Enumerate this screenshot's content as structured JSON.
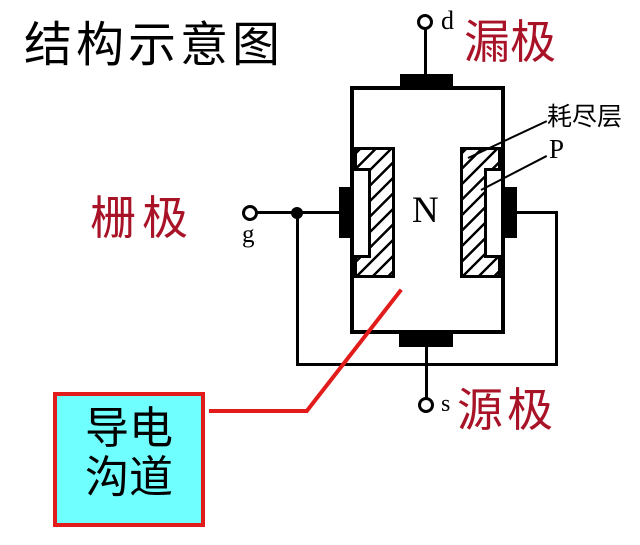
{
  "title": "结构示意图",
  "labels": {
    "drain": "漏极",
    "gate": "栅极",
    "source": "源极",
    "depletion_layer": "耗尽层",
    "p_region": "P",
    "n_region": "N",
    "terminal_d": "d",
    "terminal_g": "g",
    "terminal_s": "s"
  },
  "channel_box": {
    "line1": "导电",
    "line2": "沟道"
  },
  "icons": {
    "terminal_circle": "open-circle-terminal",
    "junction_dot": "filled-junction-dot",
    "hatch_pattern": "diagonal-hatch-depletion"
  },
  "colors": {
    "label_red": "#A91328",
    "pointer_red": "#E21B1B",
    "channel_fill": "#70FFFF",
    "ink": "#000000",
    "canvas_bg": "#FFFFFF"
  }
}
